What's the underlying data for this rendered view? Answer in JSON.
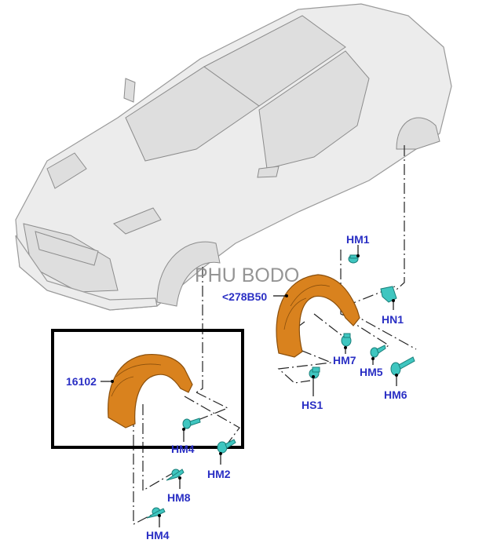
{
  "watermark": "PHU BODO",
  "colors": {
    "label": "#2a2fc4",
    "fender": "#d9821e",
    "clip": "#3fc6c0",
    "highlight_box": "#000000"
  },
  "parts": {
    "rear_liner": "<278B50",
    "front_liner": "16102",
    "hm1": "HM1",
    "hn1": "HN1",
    "hm7": "HM7",
    "hm5": "HM5",
    "hm6": "HM6",
    "hs1": "HS1",
    "hm4_a": "HM4",
    "hm2": "HM2",
    "hm8": "HM8",
    "hm4_b": "HM4"
  }
}
